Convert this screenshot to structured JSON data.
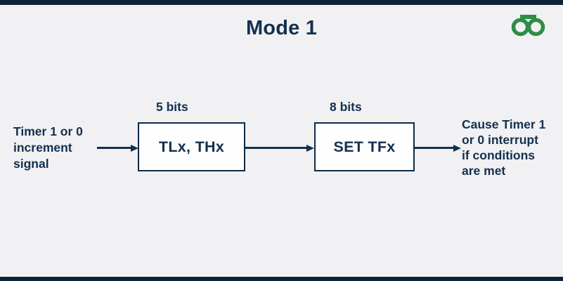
{
  "page": {
    "title": "Mode 1",
    "background_color": "#f1f1f3",
    "accent_color": "#14304f",
    "bar_color": "#0e2236",
    "logo": {
      "name": "GeeksforGeeks",
      "color": "#2f8d46"
    }
  },
  "diagram": {
    "input_signal": {
      "lines": [
        "Timer 1 or 0",
        "increment",
        "signal"
      ]
    },
    "stages": [
      {
        "caption": "5 bits",
        "label": "TLx, THx"
      },
      {
        "caption": "8 bits",
        "label": "SET TFx"
      }
    ],
    "output": {
      "lines": [
        "Cause Timer 1",
        "or 0 interrupt",
        "if conditions",
        "are met"
      ]
    }
  }
}
